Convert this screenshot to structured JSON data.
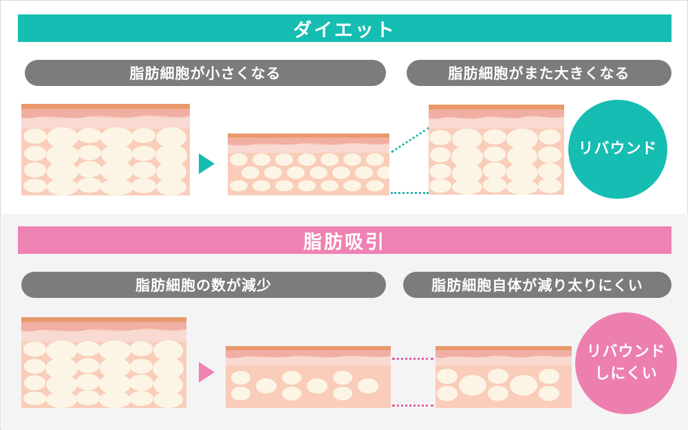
{
  "colors": {
    "teal": "#15bdb2",
    "pink": "#ee82b2",
    "pink-deep": "#ed7faf",
    "gray": "#7c7c7c",
    "bg-bottom": "#f4f4f5",
    "border": "#d8d8d8",
    "skin-top": "#e8996b",
    "skin-dermis": "#f1aea3",
    "skin-light": "#f8dad2",
    "skin-body": "#f9cdb9",
    "cell": "#fcf5e5",
    "dot-teal": "#25b8ae",
    "dot-pink": "#dd5fa0"
  },
  "diet": {
    "title": "ダイエット",
    "label_left": "脂肪細胞が小さくなる",
    "label_right": "脂肪細胞がまた大きくなる",
    "badge": "リバウンド"
  },
  "liposuction": {
    "title": "脂肪吸引",
    "label_left": "脂肪細胞の数が減少",
    "label_right": "脂肪細胞自体が減り太りにくい",
    "badge_line1": "リバウンド",
    "badge_line2": "しにくい"
  }
}
